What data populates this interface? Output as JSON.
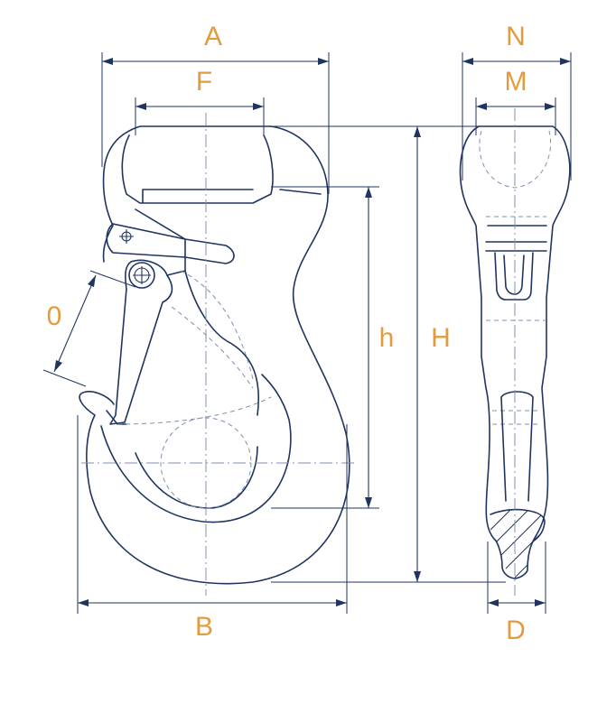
{
  "labels": {
    "A": "A",
    "F": "F",
    "O": "0",
    "h": "h",
    "H": "H",
    "B": "B",
    "N": "N",
    "M": "M",
    "D": "D"
  },
  "colors": {
    "line": "#1f3560",
    "label": "#e39b3c",
    "centerline": "#7f8fb0"
  }
}
